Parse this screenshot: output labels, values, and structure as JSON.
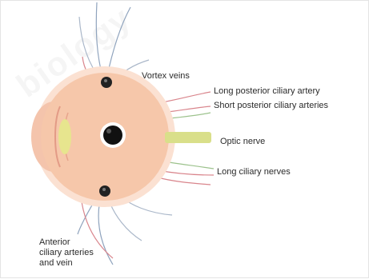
{
  "diagram": {
    "labels": {
      "vortex_veins": "Vortex veins",
      "long_posterior_ciliary_artery": "Long posterior ciliary artery",
      "short_posterior_ciliary_arteries": "Short posterior ciliary arteries",
      "optic_nerve": "Optic nerve",
      "long_ciliary_nerves": "Long ciliary nerves",
      "anterior_ciliary": [
        "Anterior",
        "ciliary arteries",
        "and vein"
      ]
    },
    "watermark": "biology",
    "colors": {
      "eyeball": "#f6c7aa",
      "eyeball_halo": "#fbe1d2",
      "cornea": "#f2b9a0",
      "lens_yellow": "#e7e58e",
      "optic_nerve": "#d9df8a",
      "pupil": "#111111",
      "vortex_vein": "#222222",
      "vein_blue": "#8fa3bd",
      "artery_red": "#d9858c",
      "nerve_green": "#9cc28c"
    }
  }
}
